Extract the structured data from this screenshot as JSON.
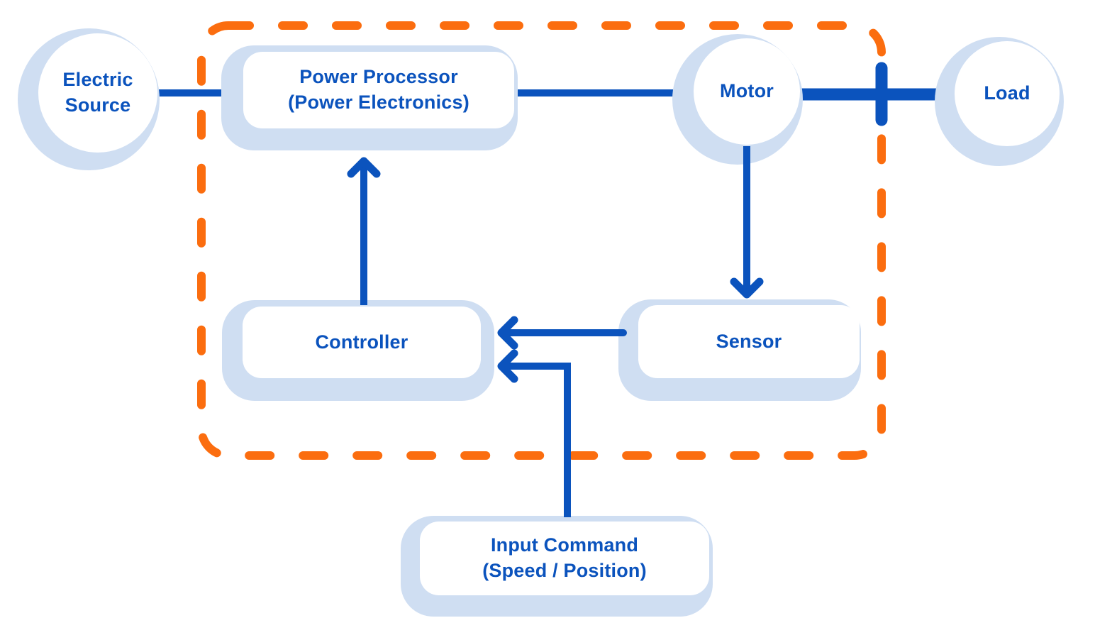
{
  "diagram": {
    "type": "block-diagram",
    "subject": "Electric drive system",
    "colors": {
      "primary_blue": "#0b53bd",
      "pale_blue": "#cfdef2",
      "boundary_orange": "#fb6d0f",
      "node_face": "#ffffff"
    },
    "nodes": {
      "electric_source": {
        "label": "Electric\nSource",
        "shape": "circle"
      },
      "power_processor": {
        "label": "Power Processor\n(Power Electronics)",
        "shape": "rounded-rect"
      },
      "motor": {
        "label": "Motor",
        "shape": "circle"
      },
      "load": {
        "label": "Load",
        "shape": "circle"
      },
      "controller": {
        "label": "Controller",
        "shape": "rounded-rect"
      },
      "sensor": {
        "label": "Sensor",
        "shape": "rounded-rect"
      },
      "input_command": {
        "label": "Input Command\n(Speed / Position)",
        "shape": "rounded-rect"
      }
    },
    "edges": [
      {
        "from": "electric_source",
        "to": "power_processor",
        "type": "plain-line"
      },
      {
        "from": "power_processor",
        "to": "motor",
        "type": "plain-line"
      },
      {
        "from": "motor",
        "to": "load",
        "type": "shaft-coupling"
      },
      {
        "from": "motor",
        "to": "sensor",
        "type": "arrow"
      },
      {
        "from": "sensor",
        "to": "controller",
        "type": "arrow"
      },
      {
        "from": "input_command",
        "to": "controller",
        "type": "elbow-arrow"
      },
      {
        "from": "controller",
        "to": "power_processor",
        "type": "arrow"
      }
    ],
    "boundary": {
      "style": "dashed",
      "shape": "rounded-rect",
      "encloses": [
        "power_processor",
        "controller",
        "sensor",
        "motor"
      ]
    }
  }
}
